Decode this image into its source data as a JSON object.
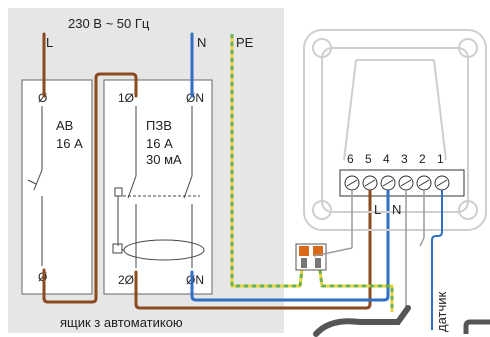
{
  "supply": {
    "title": "230 В ~ 50 Гц",
    "wire_l": "L",
    "wire_n": "N",
    "wire_pe": "PE"
  },
  "box": {
    "label": "ящик з автоматикою"
  },
  "breaker": {
    "name": "АВ",
    "rating": "16 А",
    "top_terminal": "Ø",
    "bottom_terminal": "Ø"
  },
  "rcd": {
    "name": "ПЗВ",
    "rating": "16 А",
    "sensitivity": "30 мА",
    "t1": "1Ø",
    "tn_top": "ØN",
    "t2": "2Ø",
    "tn_bottom": "ØN"
  },
  "thermostat": {
    "terminals": [
      "6",
      "5",
      "4",
      "3",
      "2",
      "1"
    ],
    "label_l": "L",
    "label_n": "N",
    "sensor": "датчик"
  },
  "colors": {
    "phase": "#8b4a1f",
    "neutral": "#2f6fc4",
    "earth_yellow": "#e3d43a",
    "earth_green": "#6ab04c",
    "box_bg": "#e6e6e6",
    "connector": "#d86a1a"
  }
}
